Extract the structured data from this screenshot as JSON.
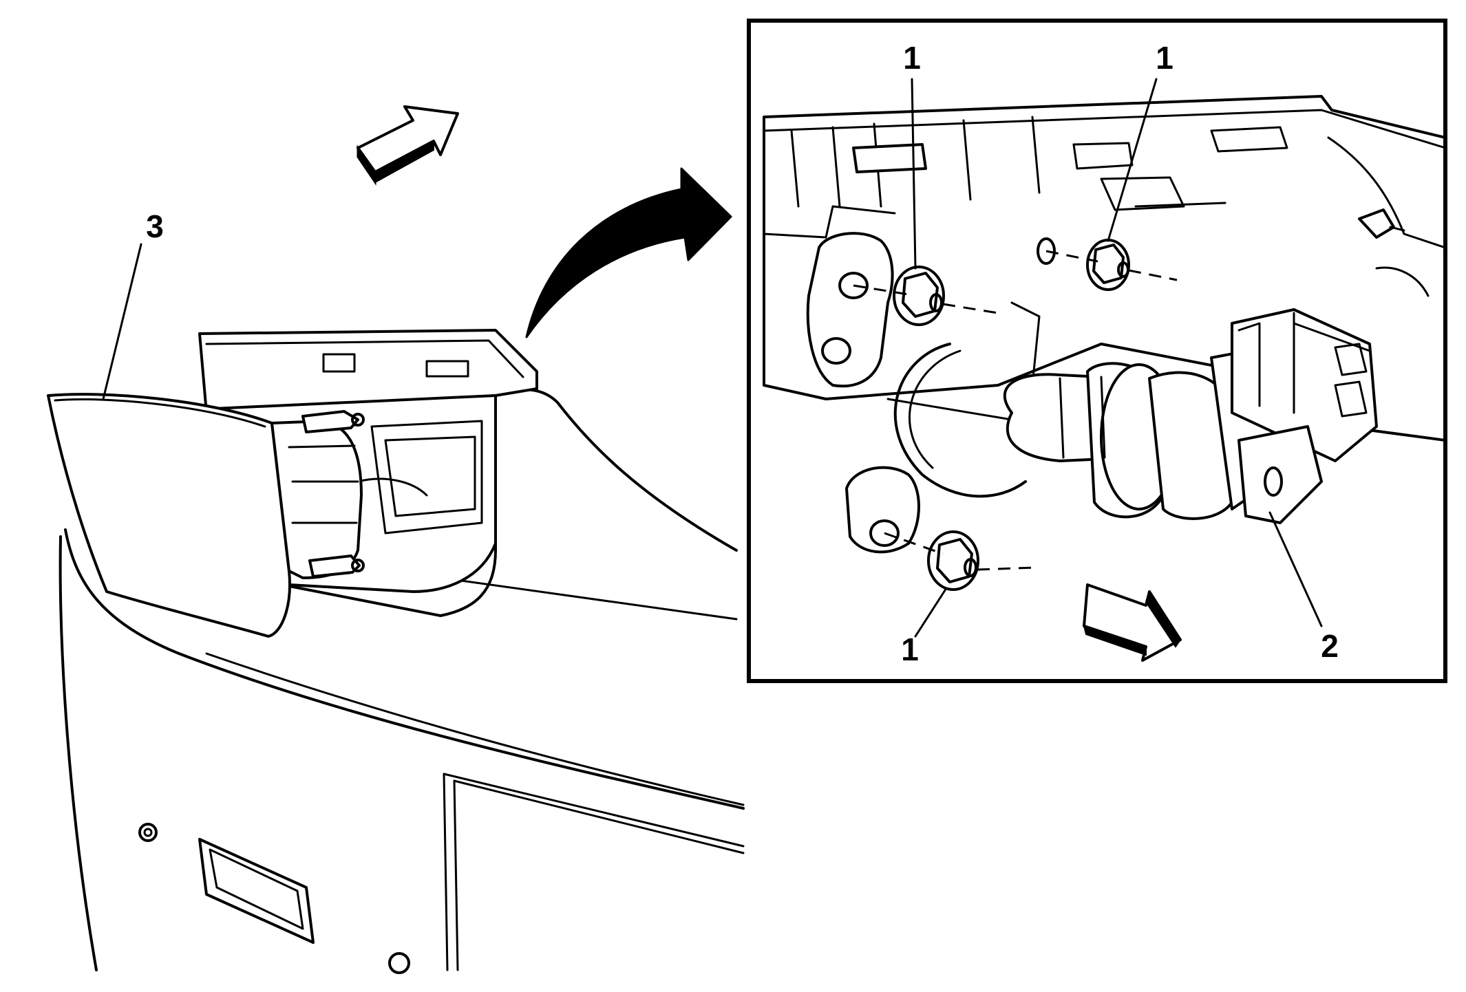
{
  "figure": {
    "callouts": [
      {
        "id": "nut-top-left",
        "label": "1"
      },
      {
        "id": "nut-top-right",
        "label": "1"
      },
      {
        "id": "nut-bottom",
        "label": "1"
      },
      {
        "id": "fog-lamp-bulb",
        "label": "2"
      },
      {
        "id": "fog-lamp-assembly",
        "label": "3"
      }
    ]
  }
}
